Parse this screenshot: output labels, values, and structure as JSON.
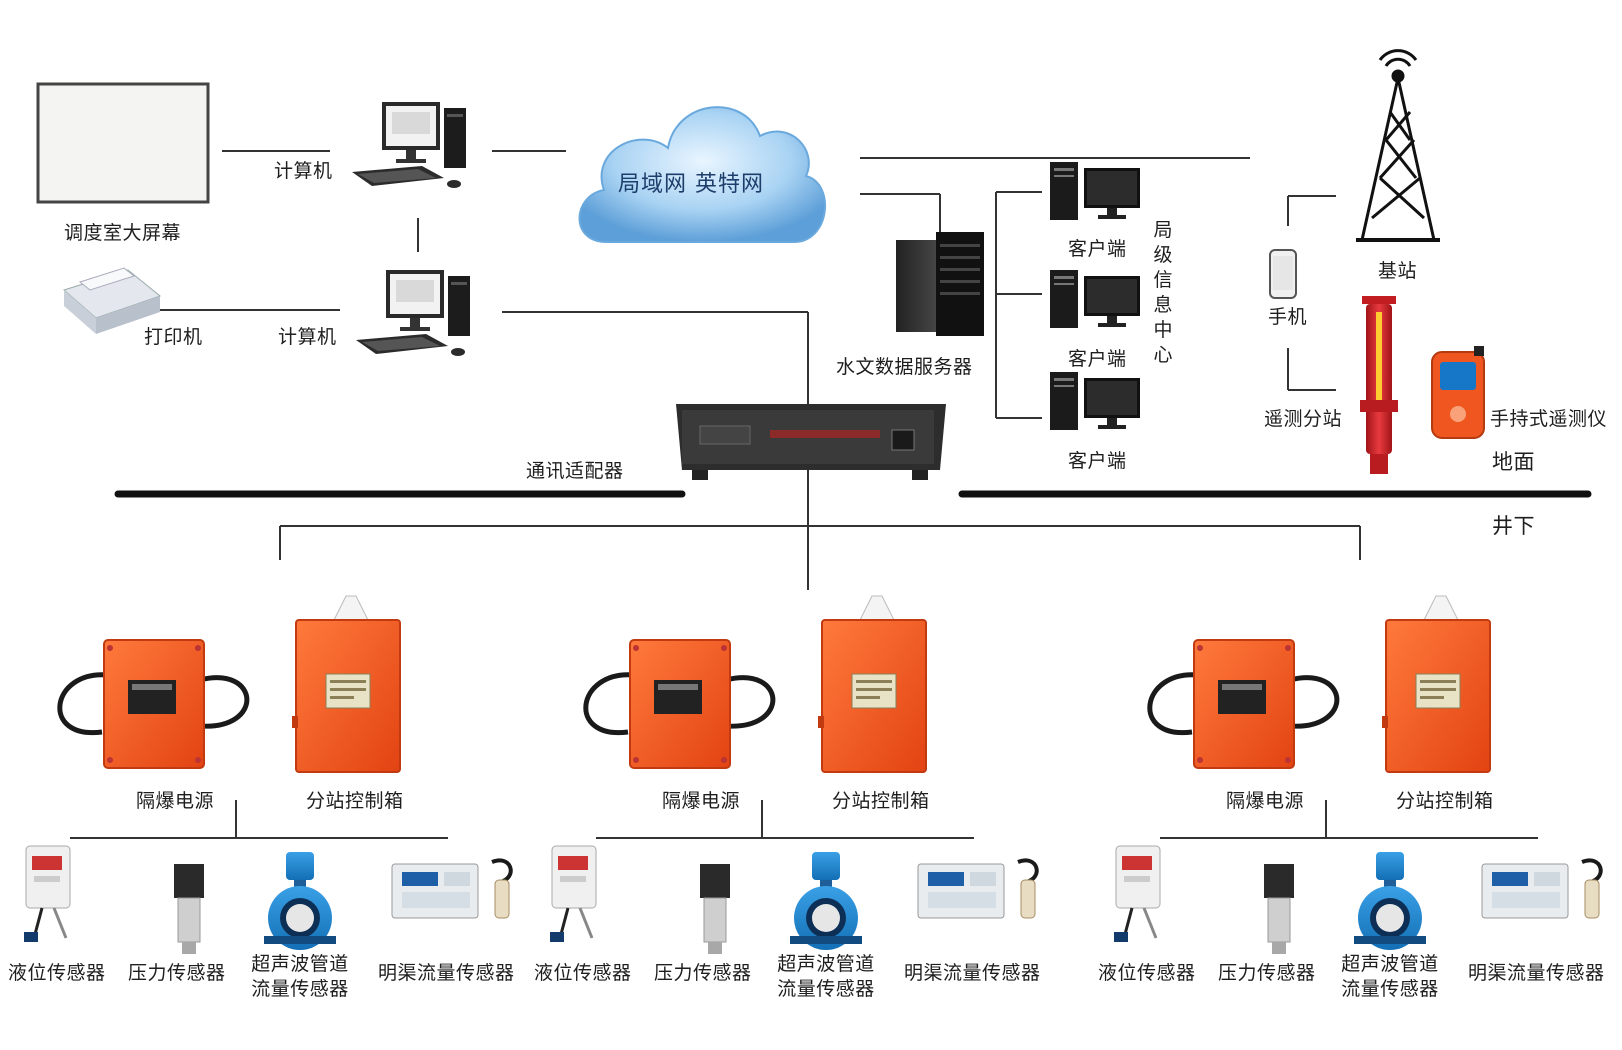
{
  "top": {
    "big_screen": "调度室大屏幕",
    "computer_1": "计算机",
    "computer_2": "计算机",
    "printer": "打印机",
    "cloud": "局域网  英特网",
    "server": "水文数据服务器",
    "client_1": "客户端",
    "client_2": "客户端",
    "client_3": "客户端",
    "info_center": "局级信息中心",
    "base_station": "基站",
    "phone": "手机",
    "remote_substation": "遥测分站",
    "handheld": "手持式遥测仪",
    "adapter": "通讯适配器",
    "ground": "地面",
    "underground": "井下"
  },
  "groups": [
    {
      "power": "隔爆电源",
      "controller": "分站控制箱",
      "sensors": [
        "液位传感器",
        "压力传感器",
        "超声波管道流量传感器",
        "明渠流量传感器"
      ]
    },
    {
      "power": "隔爆电源",
      "controller": "分站控制箱",
      "sensors": [
        "液位传感器",
        "压力传感器",
        "超声波管道流量传感器",
        "明渠流量传感器"
      ]
    },
    {
      "power": "隔爆电源",
      "controller": "分站控制箱",
      "sensors": [
        "液位传感器",
        "压力传感器",
        "超声波管道流量传感器",
        "明渠流量传感器"
      ]
    }
  ],
  "colors": {
    "line": "#333333",
    "ground_line": "#111111",
    "orange_box": "#f2541f",
    "cloud": "#8fc4ee",
    "red_pipe": "#d8262b"
  }
}
